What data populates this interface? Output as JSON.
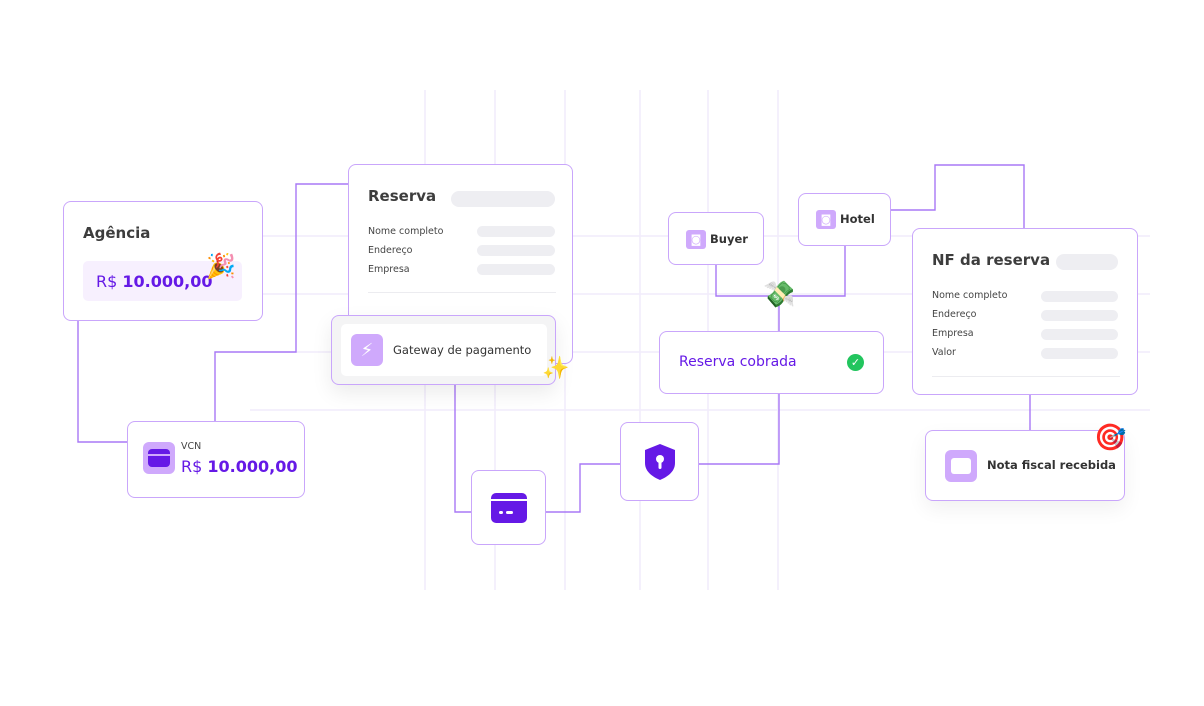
{
  "agencia": {
    "title": "Agência",
    "currency": "R$",
    "amount": "10.000,00",
    "emoji": "🎉"
  },
  "reserva": {
    "title": "Reserva",
    "fields": [
      "Nome completo",
      "Endereço",
      "Empresa"
    ]
  },
  "gateway": {
    "label": "Gateway de pagamento",
    "emoji": "✨"
  },
  "vcn": {
    "label": "VCN",
    "currency": "R$",
    "amount": "10.000,00"
  },
  "buyer": {
    "label": "Buyer"
  },
  "hotel": {
    "label": "Hotel"
  },
  "money_emoji": "💸",
  "reserva_cobrada": {
    "label": "Reserva cobrada",
    "status_icon": "check-circle"
  },
  "nf": {
    "title": "NF da reserva",
    "fields": [
      "Nome completo",
      "Endereço",
      "Empresa",
      "Valor"
    ]
  },
  "nota": {
    "label": "Nota fiscal recebida",
    "emoji": "🎯"
  },
  "colors": {
    "accent": "#6519e6",
    "line": "#a878f6",
    "border": "#c9a6fb",
    "success": "#22c55e"
  }
}
